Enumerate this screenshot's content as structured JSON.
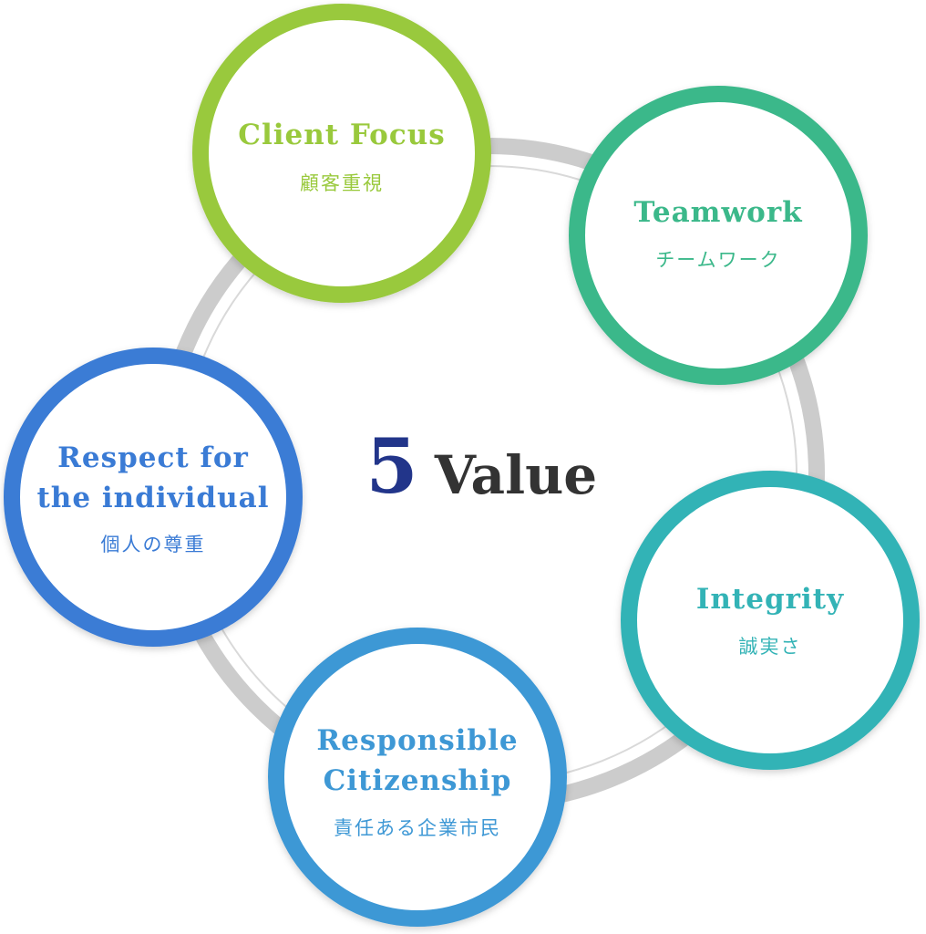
{
  "title": {
    "number": "5",
    "word": "Value",
    "number_color": "#22358a",
    "word_color": "#333333"
  },
  "ring_colors": {
    "thick": "#cccccc",
    "thin": "#d9d9d9"
  },
  "values": [
    {
      "id": "client-focus",
      "en": [
        "Client Focus"
      ],
      "jp": "顧客重視",
      "color": "#99c93c"
    },
    {
      "id": "teamwork",
      "en": [
        "Teamwork"
      ],
      "jp": "チームワーク",
      "color": "#3bb88a"
    },
    {
      "id": "integrity",
      "en": [
        "Integrity"
      ],
      "jp": "誠実さ",
      "color": "#33b3b6"
    },
    {
      "id": "responsible-citizenship",
      "en": [
        "Responsible",
        "Citizenship"
      ],
      "jp": "責任ある企業市民",
      "color": "#3e98d5"
    },
    {
      "id": "respect-for-the-individual",
      "en": [
        "Respect for",
        "the individual"
      ],
      "jp": "個人の尊重",
      "color": "#3a7bd5"
    }
  ]
}
